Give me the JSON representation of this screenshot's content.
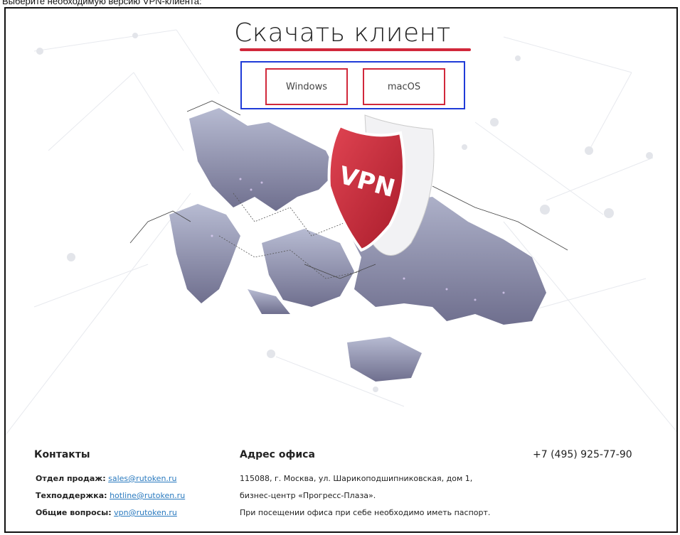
{
  "instruction": "Выберите необходимую версию VPN-клиента:",
  "hero": {
    "title": "Скачать клиент",
    "buttons": [
      {
        "label": "Windows"
      },
      {
        "label": "macOS"
      }
    ],
    "shield_text": "VPN"
  },
  "footer": {
    "contacts": {
      "heading": "Контакты",
      "rows": [
        {
          "label": "Отдел продаж:",
          "email": "sales@rutoken.ru"
        },
        {
          "label": "Техподдержка:",
          "email": "hotline@rutoken.ru"
        },
        {
          "label": "Общие вопросы:",
          "email": "vpn@rutoken.ru"
        }
      ]
    },
    "office": {
      "heading": "Адрес офиса",
      "lines": [
        "115088, г. Москва, ул. Шарикоподшипниковская, дом 1,",
        "бизнес-центр «Прогресс-Плаза».",
        "При посещении офиса при себе необходимо иметь паспорт."
      ]
    },
    "phone": "+7 (495) 925-77-90"
  },
  "colors": {
    "accent_red": "#d1283b",
    "selection_blue": "#1f3bd8",
    "link": "#2a7abf"
  }
}
